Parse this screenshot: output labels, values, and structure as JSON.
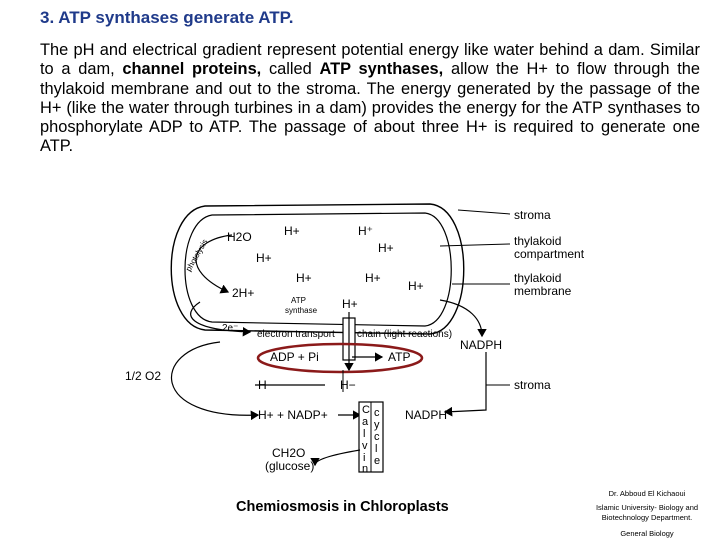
{
  "slide": {
    "title": "3.  ATP synthases generate ATP.",
    "paragraph": {
      "p1": "The pH and electrical gradient represent potential energy like water behind a dam. Similar to a dam, ",
      "b1": "channel proteins,",
      "p2": " called ",
      "b2": "ATP synthases,",
      "p3": " allow the H+ to flow through the thylakoid membrane and out to the stroma. The energy generated by the passage of the H+ (like the water through turbines in a dam) provides the energy for the ATP synthases to phosphorylate ADP to ATP. The passage of about three H+ is required to generate one ATP."
    }
  },
  "diagram": {
    "caption": "Chemiosmosis in Chloroplasts",
    "labels": {
      "stroma_top": "stroma",
      "thylakoid_compartment_1": "thylakoid",
      "thylakoid_compartment_2": "compartment",
      "thylakoid_membrane_1": "thylakoid",
      "thylakoid_membrane_2": "membrane",
      "stroma_bottom": "stroma",
      "photolysis": "photolysis",
      "h2o": "H2O",
      "two_h": "2H+",
      "e_minus": "2e⁻",
      "atp_synthase_1": "ATP",
      "atp_synthase_2": "synthase",
      "electron_transport": "electron transport",
      "chain_light": "chain (light reactions)",
      "nadph_right": "NADPH",
      "half_o2": "1/2 O2",
      "adp_pi": "ADP + Pi",
      "atp": "ATP",
      "h_minus_left": "H−",
      "h_minus_mid": "H−",
      "h_nadp": "H+ + NADP+",
      "nadph_bottom": "NADPH",
      "ch2o": "CH2O",
      "glucose": "(glucose)",
      "calvin_letters": [
        "C",
        "a",
        "l",
        "v",
        "i",
        "n"
      ],
      "cycle_letters": [
        "c",
        "y",
        "c",
        "l",
        "e"
      ],
      "h_ions": [
        "H+",
        "H⁺",
        "H+",
        "H+",
        "H+",
        "H+",
        "H+",
        "H+"
      ]
    },
    "colors": {
      "highlight_oval": "#8b1a1a"
    }
  },
  "credits": {
    "author": "Dr. Abboud El Kichaoui",
    "dept": "Islamic University- Biology and Biotechnology Department.",
    "course": "General Biology"
  }
}
